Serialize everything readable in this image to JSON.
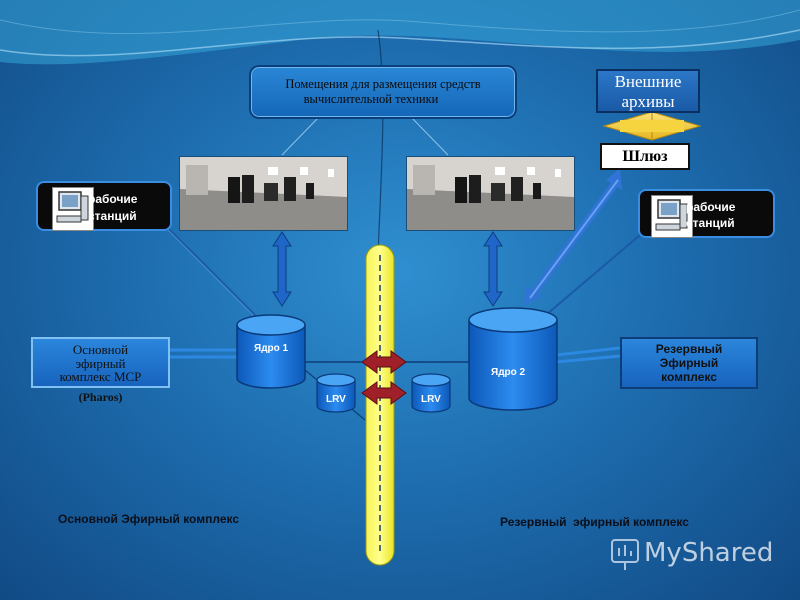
{
  "rooms_box": {
    "line1": "Помещения для размещения средств",
    "line2": "вычислительной техники"
  },
  "external_archives": {
    "line1": "Внешние",
    "line2": "архивы"
  },
  "gateway": "Шлюз",
  "workstations_left": {
    "line1": "рабочие",
    "line2": "станций"
  },
  "workstations_right": {
    "line1": "рабочие",
    "line2": "станций"
  },
  "main_complex_box": {
    "line1": "Основной",
    "line2": "эфирный",
    "line3": "комплекс MCP",
    "line4": "(Pharos)"
  },
  "reserve_complex_box": {
    "line1": "Резервный",
    "line2": "Эфирный",
    "line3": "комплекс"
  },
  "core1": "Ядро 1",
  "core2": "Ядро 2",
  "lrv_left": "LRV",
  "lrv_right": "LRV",
  "main_complex_caption": "Основной Эфирный комплекс",
  "reserve_complex_caption": "Резервный  эфирный комплекс",
  "watermark": "MyShared",
  "colors": {
    "background": "#1e6eb0",
    "divider_fill": "#f4f23a",
    "gateway_arrow": "#f5d440",
    "link_arrow": "#2f74d6",
    "red_arrow": "#a0202a"
  }
}
